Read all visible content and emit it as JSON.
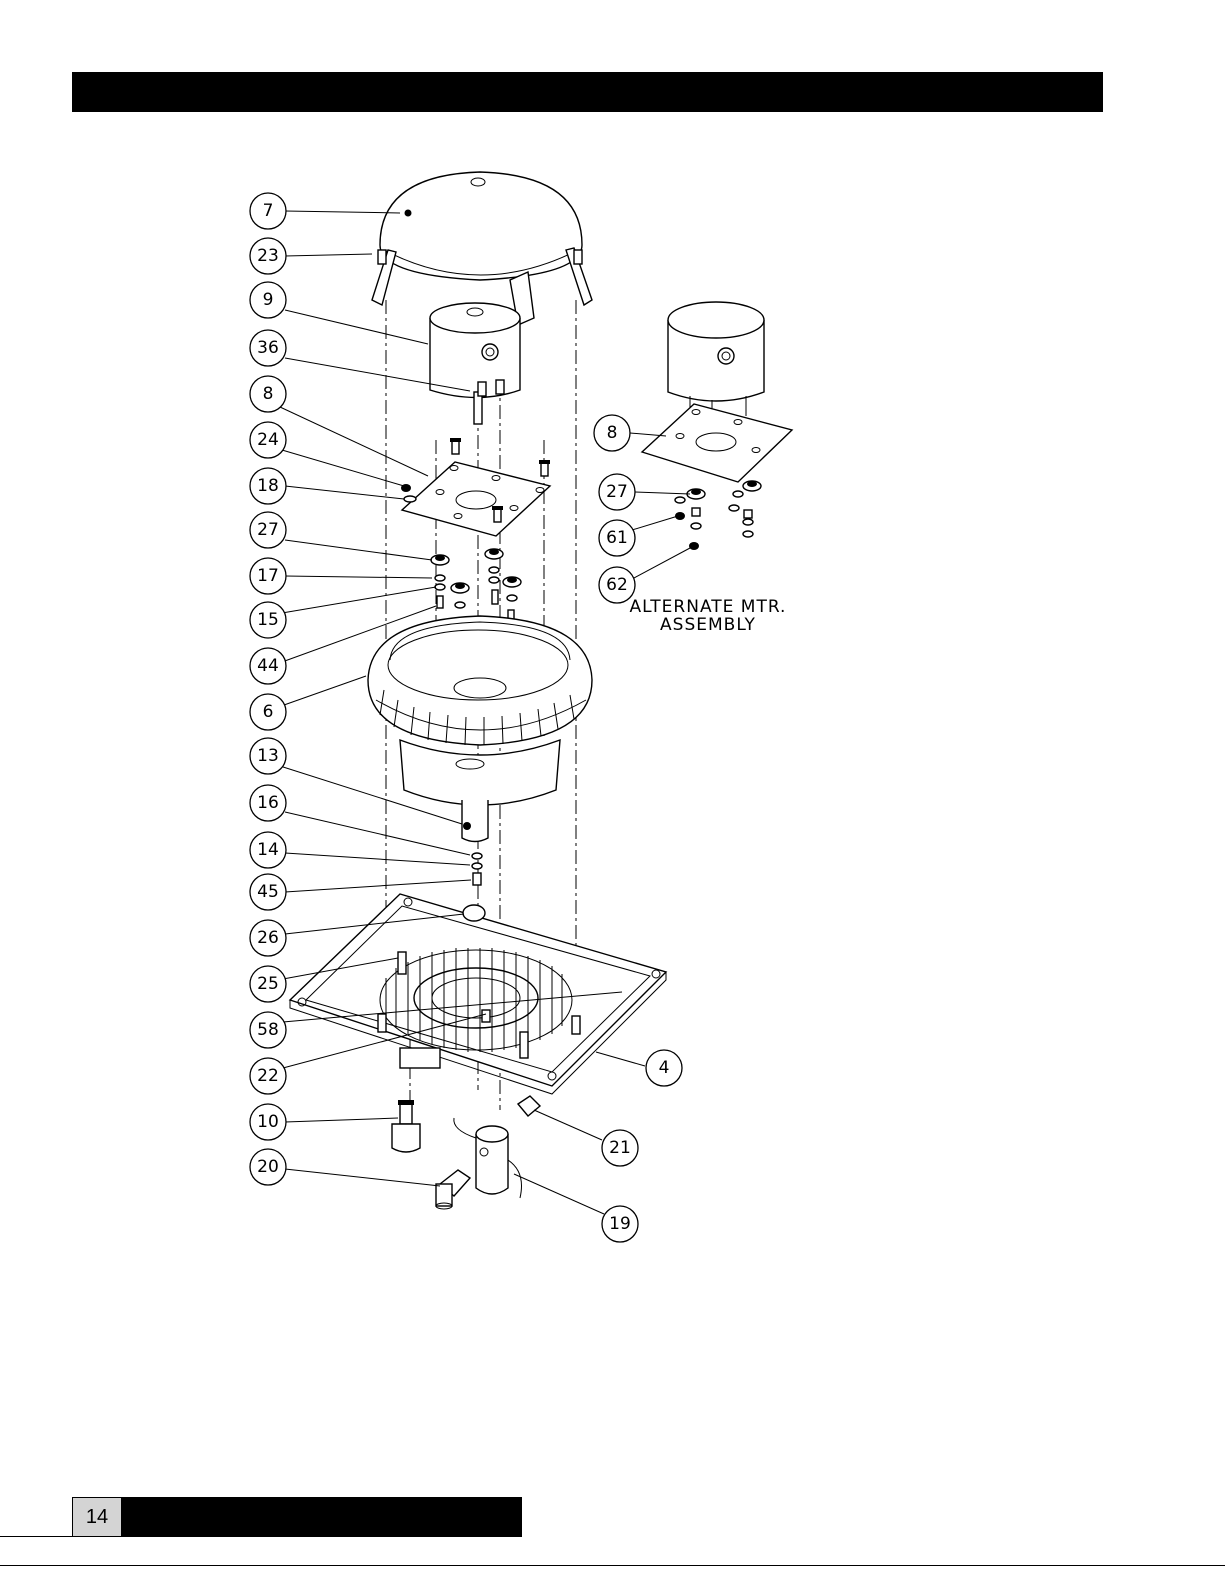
{
  "page": {
    "page_number": "14",
    "header_bar_color": "#000000",
    "page_number_box_color": "#d4d4d4"
  },
  "callouts": {
    "main": [
      "7",
      "23",
      "9",
      "36",
      "8",
      "24",
      "18",
      "27",
      "17",
      "15",
      "44",
      "6",
      "13",
      "16",
      "14",
      "45",
      "26",
      "25",
      "58",
      "22",
      "10",
      "20",
      "4",
      "21",
      "19"
    ],
    "alternate": [
      "8",
      "27",
      "61",
      "62"
    ]
  },
  "alternate_assembly": {
    "label_line1": "ALTERNATE MTR.",
    "label_line2": "ASSEMBLY"
  }
}
